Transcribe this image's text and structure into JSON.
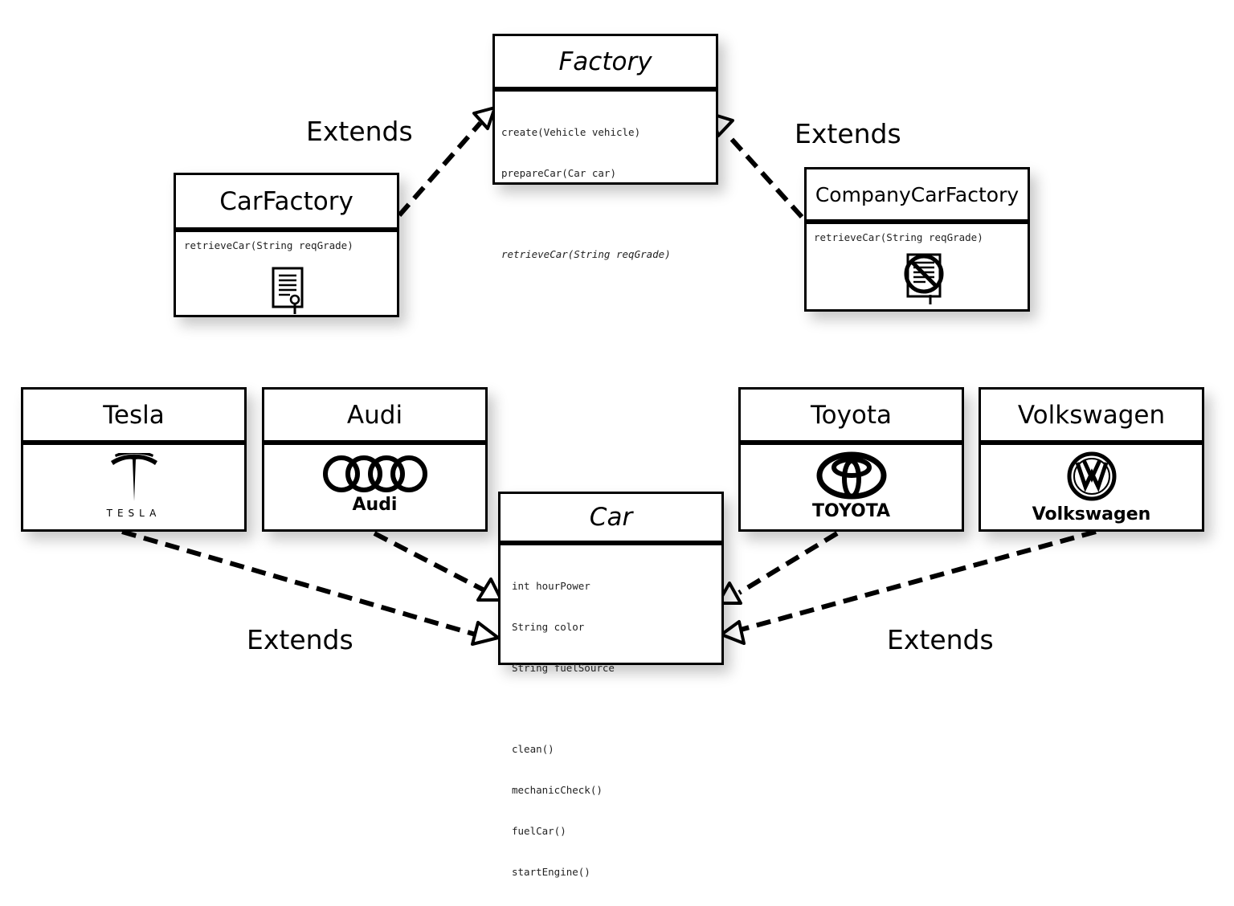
{
  "relation_label": "Extends",
  "classes": {
    "factory": {
      "name": "Factory",
      "methods": [
        "create(Vehicle vehicle)",
        "prepareCar(Car car)"
      ],
      "abstract_method": "retrieveCar(String reqGrade)"
    },
    "car_factory": {
      "name": "CarFactory",
      "method": "retrieveCar(String reqGrade)"
    },
    "company_car_factory": {
      "name": "CompanyCarFactory",
      "method": "retrieveCar(String reqGrade)"
    },
    "car": {
      "name": "Car",
      "fields": [
        "int hourPower",
        "String color",
        "String fuelSource"
      ],
      "methods": [
        "clean()",
        "mechanicCheck()",
        "fuelCar()",
        "startEngine()"
      ]
    },
    "tesla": {
      "name": "Tesla",
      "logo_text": "TESLA"
    },
    "audi": {
      "name": "Audi",
      "logo_text": "Audi"
    },
    "toyota": {
      "name": "Toyota",
      "logo_text": "TOYOTA"
    },
    "volkswagen": {
      "name": "Volkswagen",
      "logo_text": "Volkswagen"
    }
  },
  "icons": {
    "car_factory": "certificate-icon",
    "company_car_factory": "no-certificate-icon",
    "tesla": "tesla-logo",
    "audi": "audi-rings-logo",
    "toyota": "toyota-logo",
    "volkswagen": "volkswagen-logo"
  },
  "colors": {
    "line": "#000000",
    "background": "#ffffff"
  }
}
